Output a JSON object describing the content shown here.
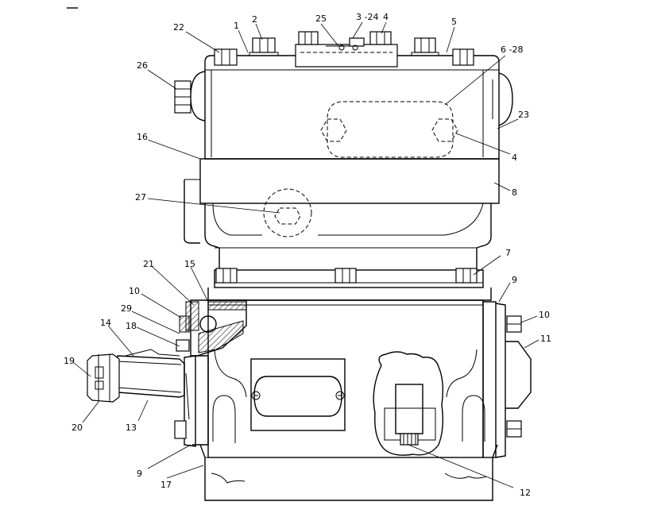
{
  "callouts": {
    "c22": "22",
    "c1": "1",
    "c2": "2",
    "c25": "25",
    "c3_24": "3 -24",
    "c4_top": "4",
    "c5": "5",
    "c26": "26",
    "c6_28": "6 -28",
    "c23": "23",
    "c16": "16",
    "c4_right": "4",
    "c8": "8",
    "c27": "27",
    "c7": "7",
    "c9_right": "9",
    "c21": "21",
    "c15": "15",
    "c10_left": "10",
    "c29": "29",
    "c10_right": "10",
    "c11": "11",
    "c14": "14",
    "c18": "18",
    "c19": "19",
    "c20": "20",
    "c13": "13",
    "c9_left": "9",
    "c17": "17",
    "c12": "12"
  }
}
